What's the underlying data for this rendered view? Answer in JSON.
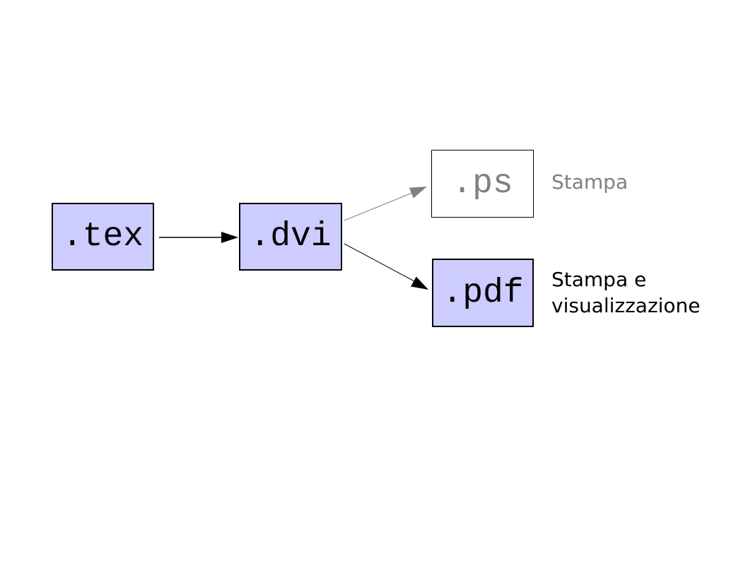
{
  "diagram": {
    "nodes": [
      {
        "id": "tex",
        "label": ".tex",
        "style": "filled"
      },
      {
        "id": "dvi",
        "label": ".dvi",
        "style": "filled"
      },
      {
        "id": "ps",
        "label": ".ps",
        "style": "outline"
      },
      {
        "id": "pdf",
        "label": ".pdf",
        "style": "filled"
      }
    ],
    "edges": [
      {
        "from": "tex",
        "to": "dvi",
        "color": "#000000"
      },
      {
        "from": "dvi",
        "to": "ps",
        "color": "#808080"
      },
      {
        "from": "dvi",
        "to": "pdf",
        "color": "#000000"
      }
    ],
    "annotations": [
      {
        "target": "ps",
        "text": "Stampa",
        "color": "#808080"
      },
      {
        "target": "pdf",
        "text": "Stampa e visualizzazione",
        "color": "#000000"
      }
    ],
    "colors": {
      "node_fill": "#ccccff",
      "node_border": "#000000",
      "ps_node_fill": "#ffffff",
      "muted_gray": "#808080",
      "background": "#ffffff"
    }
  }
}
